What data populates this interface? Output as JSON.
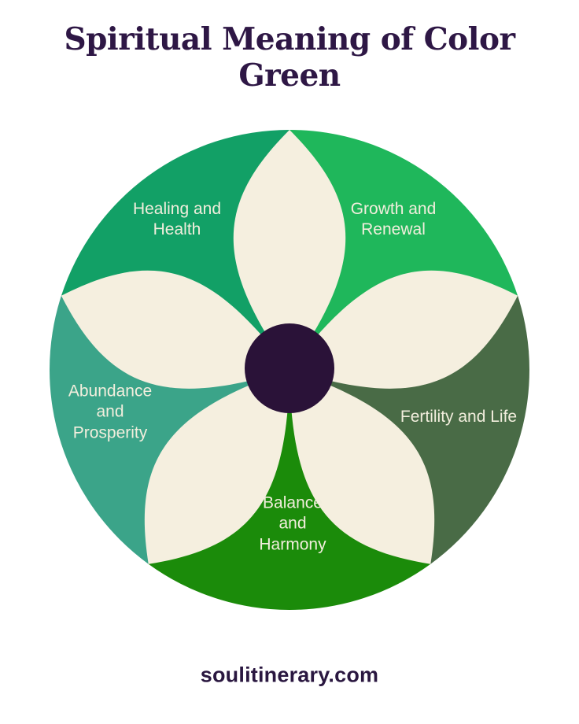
{
  "title": "Spiritual Meaning of Color Green",
  "footer": "soulitinerary.com",
  "colors": {
    "background": "#ffffff",
    "title_text": "#2e1745",
    "footer_text": "#2a1740",
    "petal": "#f5efdf",
    "center_dot": "#2a1238",
    "label_text": "#f2eedd"
  },
  "flower": {
    "segments": [
      {
        "label": "Healing and Health",
        "color": "#12a066",
        "position": "upper-left"
      },
      {
        "label": "Growth and Renewal",
        "color": "#1fb75b",
        "position": "upper-right"
      },
      {
        "label": "Fertility and Life",
        "color": "#496b46",
        "position": "right"
      },
      {
        "label": "Balance and Harmony",
        "color": "#1b8b0a",
        "position": "bottom"
      },
      {
        "label": "Abundance and Prosperity",
        "color": "#3ba489",
        "position": "left"
      }
    ]
  }
}
